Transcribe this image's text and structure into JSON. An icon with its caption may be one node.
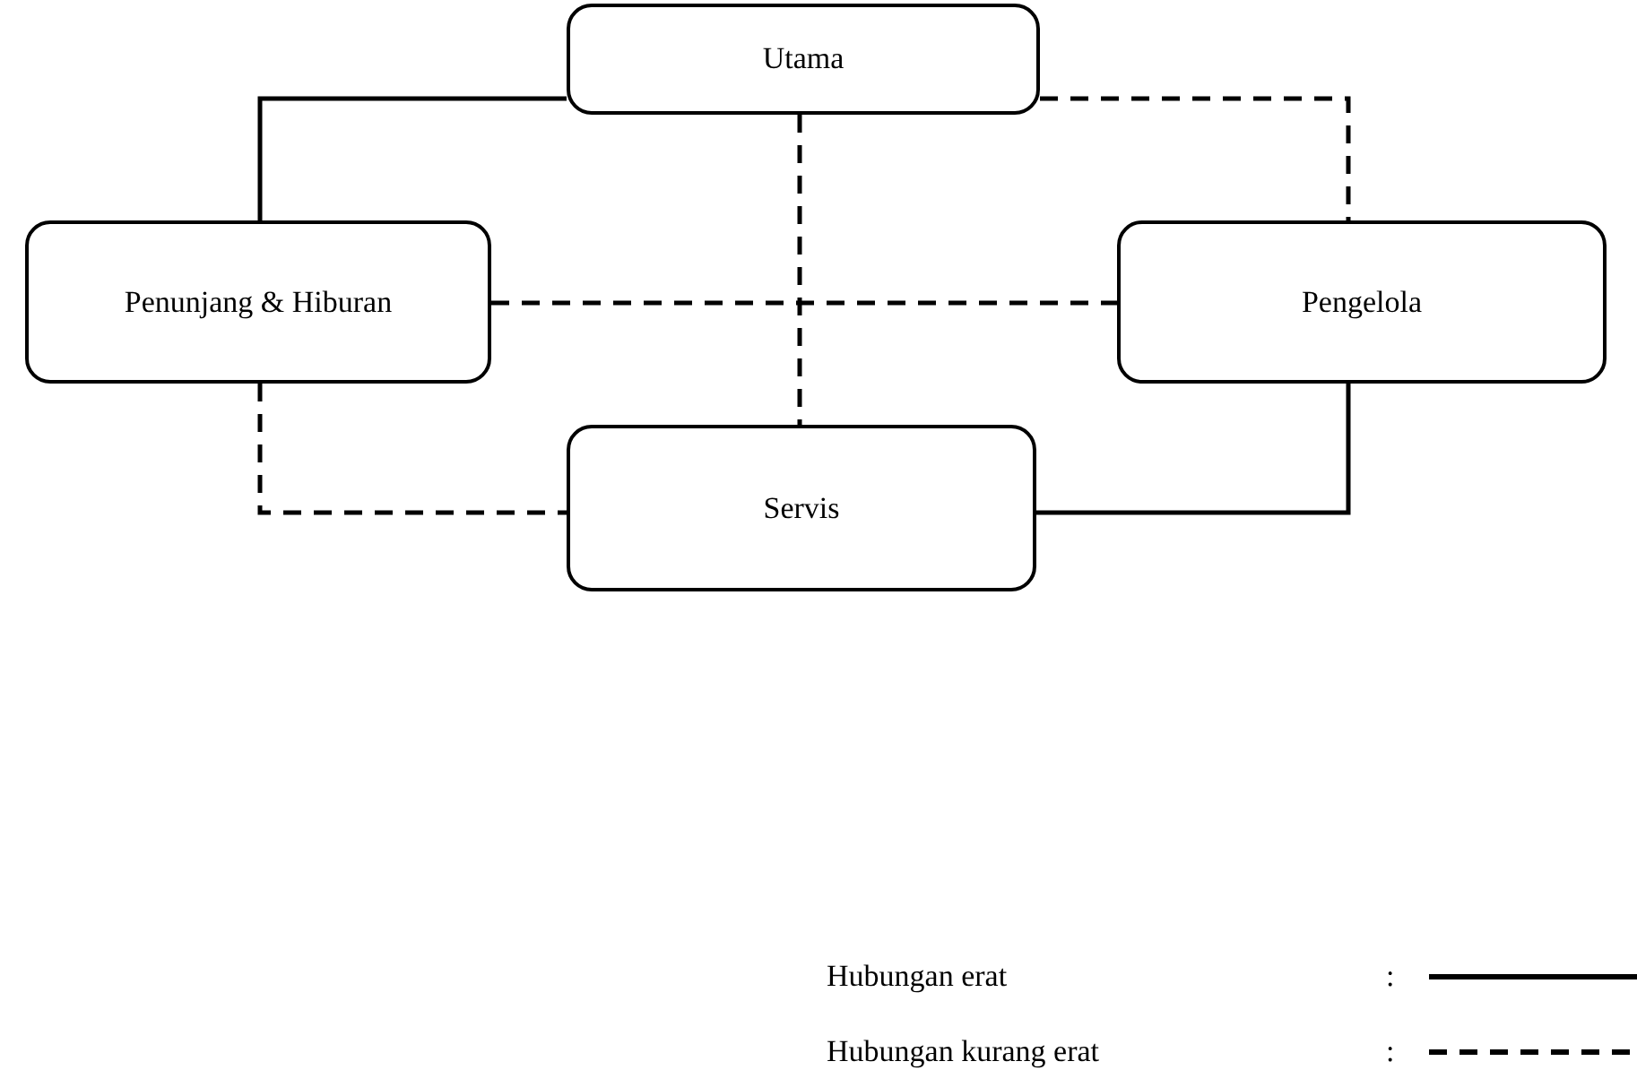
{
  "diagram": {
    "nodes": [
      {
        "text": [
          "Utama"
        ]
      },
      {
        "text": [
          "Penunjang & Hiburan"
        ]
      },
      {
        "text": [
          "Pengelola"
        ]
      },
      {
        "text": [
          "Servis"
        ]
      }
    ],
    "edges": [
      {
        "from": 0,
        "to": 1,
        "arrow": "none"
      },
      {
        "from": 0,
        "to": 2,
        "arrow": "none",
        "style": "dashed"
      },
      {
        "from": 0,
        "to": 3,
        "arrow": "none",
        "style": "dashed"
      },
      {
        "from": 1,
        "to": 2,
        "arrow": "none",
        "style": "dashed"
      },
      {
        "from": 1,
        "to": 3,
        "arrow": "none",
        "style": "dashed"
      },
      {
        "from": 3,
        "to": 2,
        "arrow": "none"
      }
    ],
    "labels": [
      ":",
      ":"
    ],
    "legend": [
      {
        "text": "Hubungan erat"
      },
      {
        "text": "Hubungan kurang erat"
      }
    ]
  }
}
